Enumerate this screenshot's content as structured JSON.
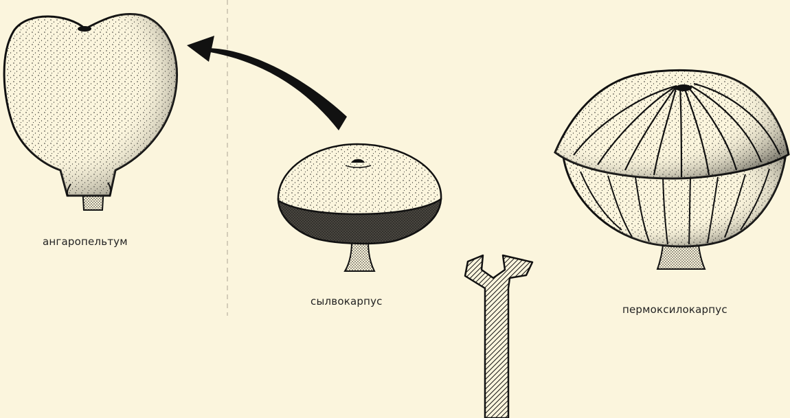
{
  "colors": {
    "background": "#fbf5dd",
    "ink": "#111111",
    "divider": "#b9b2a0"
  },
  "specimens": [
    {
      "id": "angaropeltum",
      "label": "ангаропельтум"
    },
    {
      "id": "sylvocarpus",
      "label": "сылвокарпус"
    },
    {
      "id": "permoxylocarpus",
      "label": "пермоксилокарпус"
    }
  ],
  "arrows": [
    {
      "id": "curved-arrow",
      "from": "сылвокарпус",
      "to": "ангаропельтум"
    },
    {
      "id": "forked-arrow",
      "from": "",
      "to": "сылвокарпус / пермоксилокарпус"
    }
  ]
}
